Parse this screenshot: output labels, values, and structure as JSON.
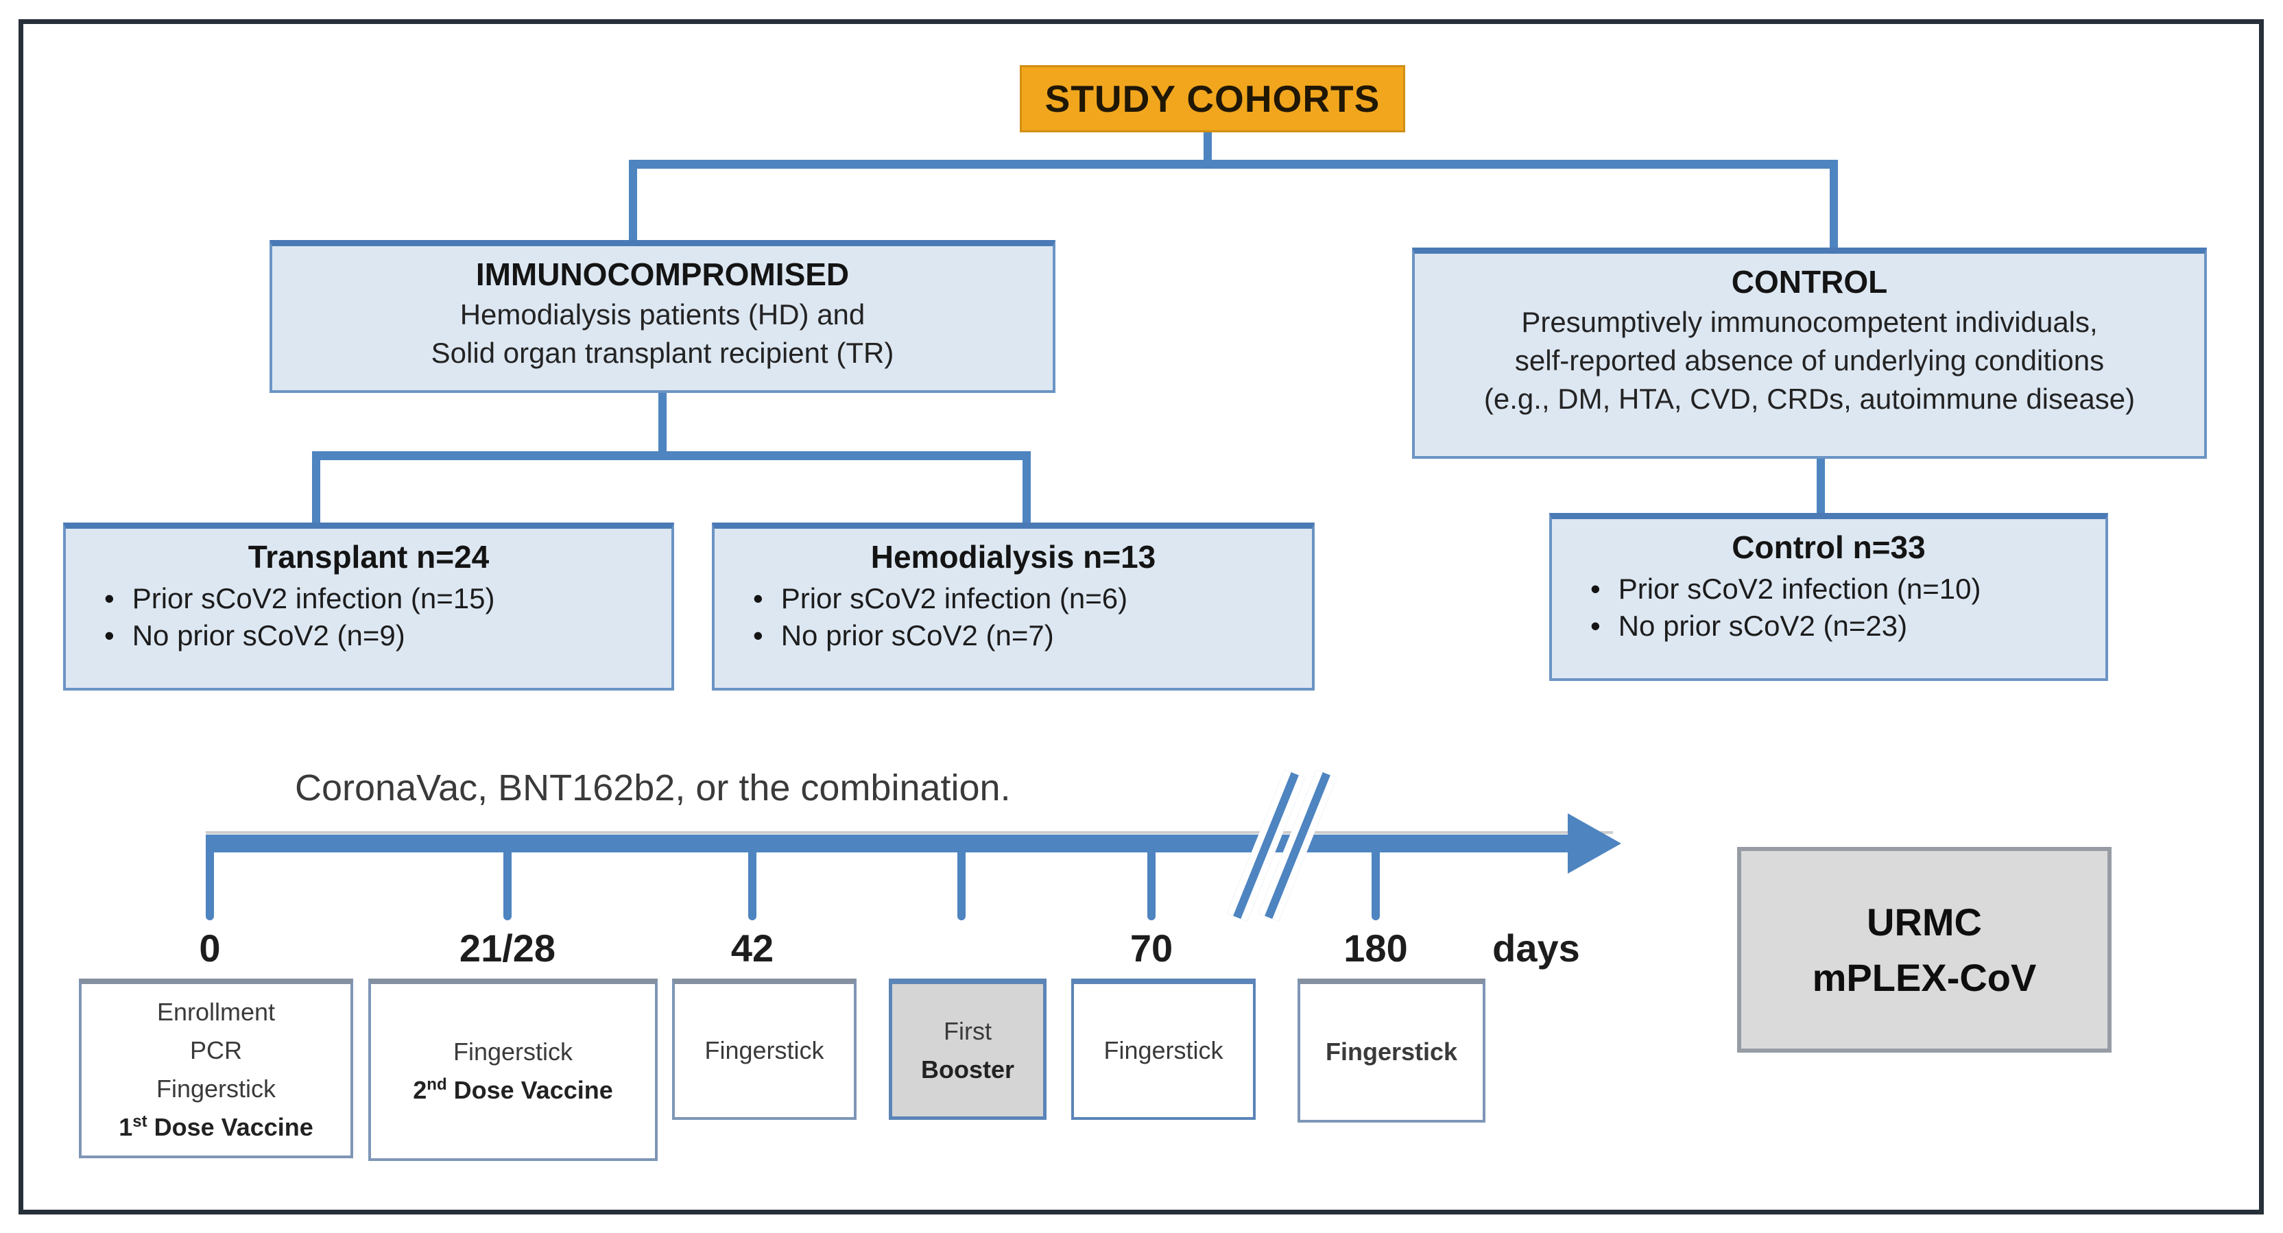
{
  "glyphs": {
    "bullet": "•"
  },
  "colors": {
    "banner_orange": "#f1a61d",
    "box_blue_fill": "#dde7f2",
    "box_blue_border": "#4f81bd",
    "line_blue": "#4e84c0",
    "gray_fill": "#d5d5d5",
    "frame_dark": "#273039"
  },
  "banner": {
    "title": "STUDY COHORTS"
  },
  "top_boxes": {
    "immunocompromised": {
      "title": "IMMUNOCOMPROMISED",
      "lines": [
        "Hemodialysis patients (HD) and",
        "Solid organ transplant recipient (TR)"
      ]
    },
    "control": {
      "title": "CONTROL",
      "lines": [
        "Presumptively immunocompetent individuals,",
        "self-reported absence of underlying conditions",
        "(e.g., DM, HTA, CVD, CRDs, autoimmune disease)"
      ]
    }
  },
  "cohort_boxes": {
    "transplant": {
      "title": "Transplant n=24",
      "bullets": [
        "Prior sCoV2 infection (n=15)",
        "No prior sCoV2  (n=9)"
      ]
    },
    "hemodialysis": {
      "title": "Hemodialysis n=13",
      "bullets": [
        "Prior sCoV2 infection (n=6)",
        "No prior sCoV2  (n=7)"
      ]
    },
    "control": {
      "title": "Control n=33",
      "bullets": [
        "Prior sCoV2 infection  (n=10)",
        "No prior sCoV2  (n=23)"
      ]
    }
  },
  "timeline": {
    "heading": "CoronaVac, BNT162b2, or the combination.",
    "tick_labels": {
      "t0": "0",
      "t1": "21/28",
      "t2": "42",
      "t3": "70",
      "t4": "180"
    },
    "axis_unit": "days",
    "events": {
      "e0": {
        "line1": "Enrollment",
        "line2": "PCR",
        "line3": "Fingerstick",
        "bold_prefix": "1",
        "bold_sup": "st",
        "bold_rest": " Dose Vaccine"
      },
      "e1": {
        "line1": "Fingerstick",
        "bold_prefix": "2",
        "bold_sup": "nd",
        "bold_rest": " Dose Vaccine"
      },
      "e2": {
        "line1": "Fingerstick"
      },
      "e3": {
        "line1": "First",
        "bold_rest": "Booster"
      },
      "e4": {
        "line1": "Fingerstick"
      },
      "e5": {
        "line1": "Fingerstick"
      }
    }
  },
  "assay_box": {
    "line1": "URMC",
    "line2": "mPLEX-CoV"
  }
}
